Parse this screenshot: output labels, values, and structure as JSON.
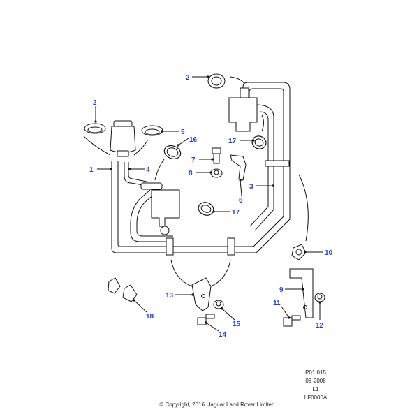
{
  "diagram": {
    "callouts": [
      {
        "id": "c1",
        "text": "1"
      },
      {
        "id": "c2a",
        "text": "2"
      },
      {
        "id": "c2b",
        "text": "2"
      },
      {
        "id": "c3",
        "text": "3"
      },
      {
        "id": "c4",
        "text": "4"
      },
      {
        "id": "c5",
        "text": "5"
      },
      {
        "id": "c6",
        "text": "6"
      },
      {
        "id": "c7",
        "text": "7"
      },
      {
        "id": "c8",
        "text": "8"
      },
      {
        "id": "c9",
        "text": "9"
      },
      {
        "id": "c10",
        "text": "10"
      },
      {
        "id": "c11",
        "text": "11"
      },
      {
        "id": "c12",
        "text": "12"
      },
      {
        "id": "c13",
        "text": "13"
      },
      {
        "id": "c14",
        "text": "14"
      },
      {
        "id": "c15",
        "text": "15"
      },
      {
        "id": "c16",
        "text": "16"
      },
      {
        "id": "c17a",
        "text": "17"
      },
      {
        "id": "c17b",
        "text": "17"
      },
      {
        "id": "c18",
        "text": "18"
      }
    ],
    "reference": {
      "line1": "P01.015",
      "line2": "06-2008",
      "line3": "L1",
      "line4": "LF0006A"
    },
    "copyright": "© Copyright, 2016. Jaguar Land Rover Limited.",
    "colors": {
      "callout": "#1f3fd6",
      "line": "#111111"
    }
  }
}
